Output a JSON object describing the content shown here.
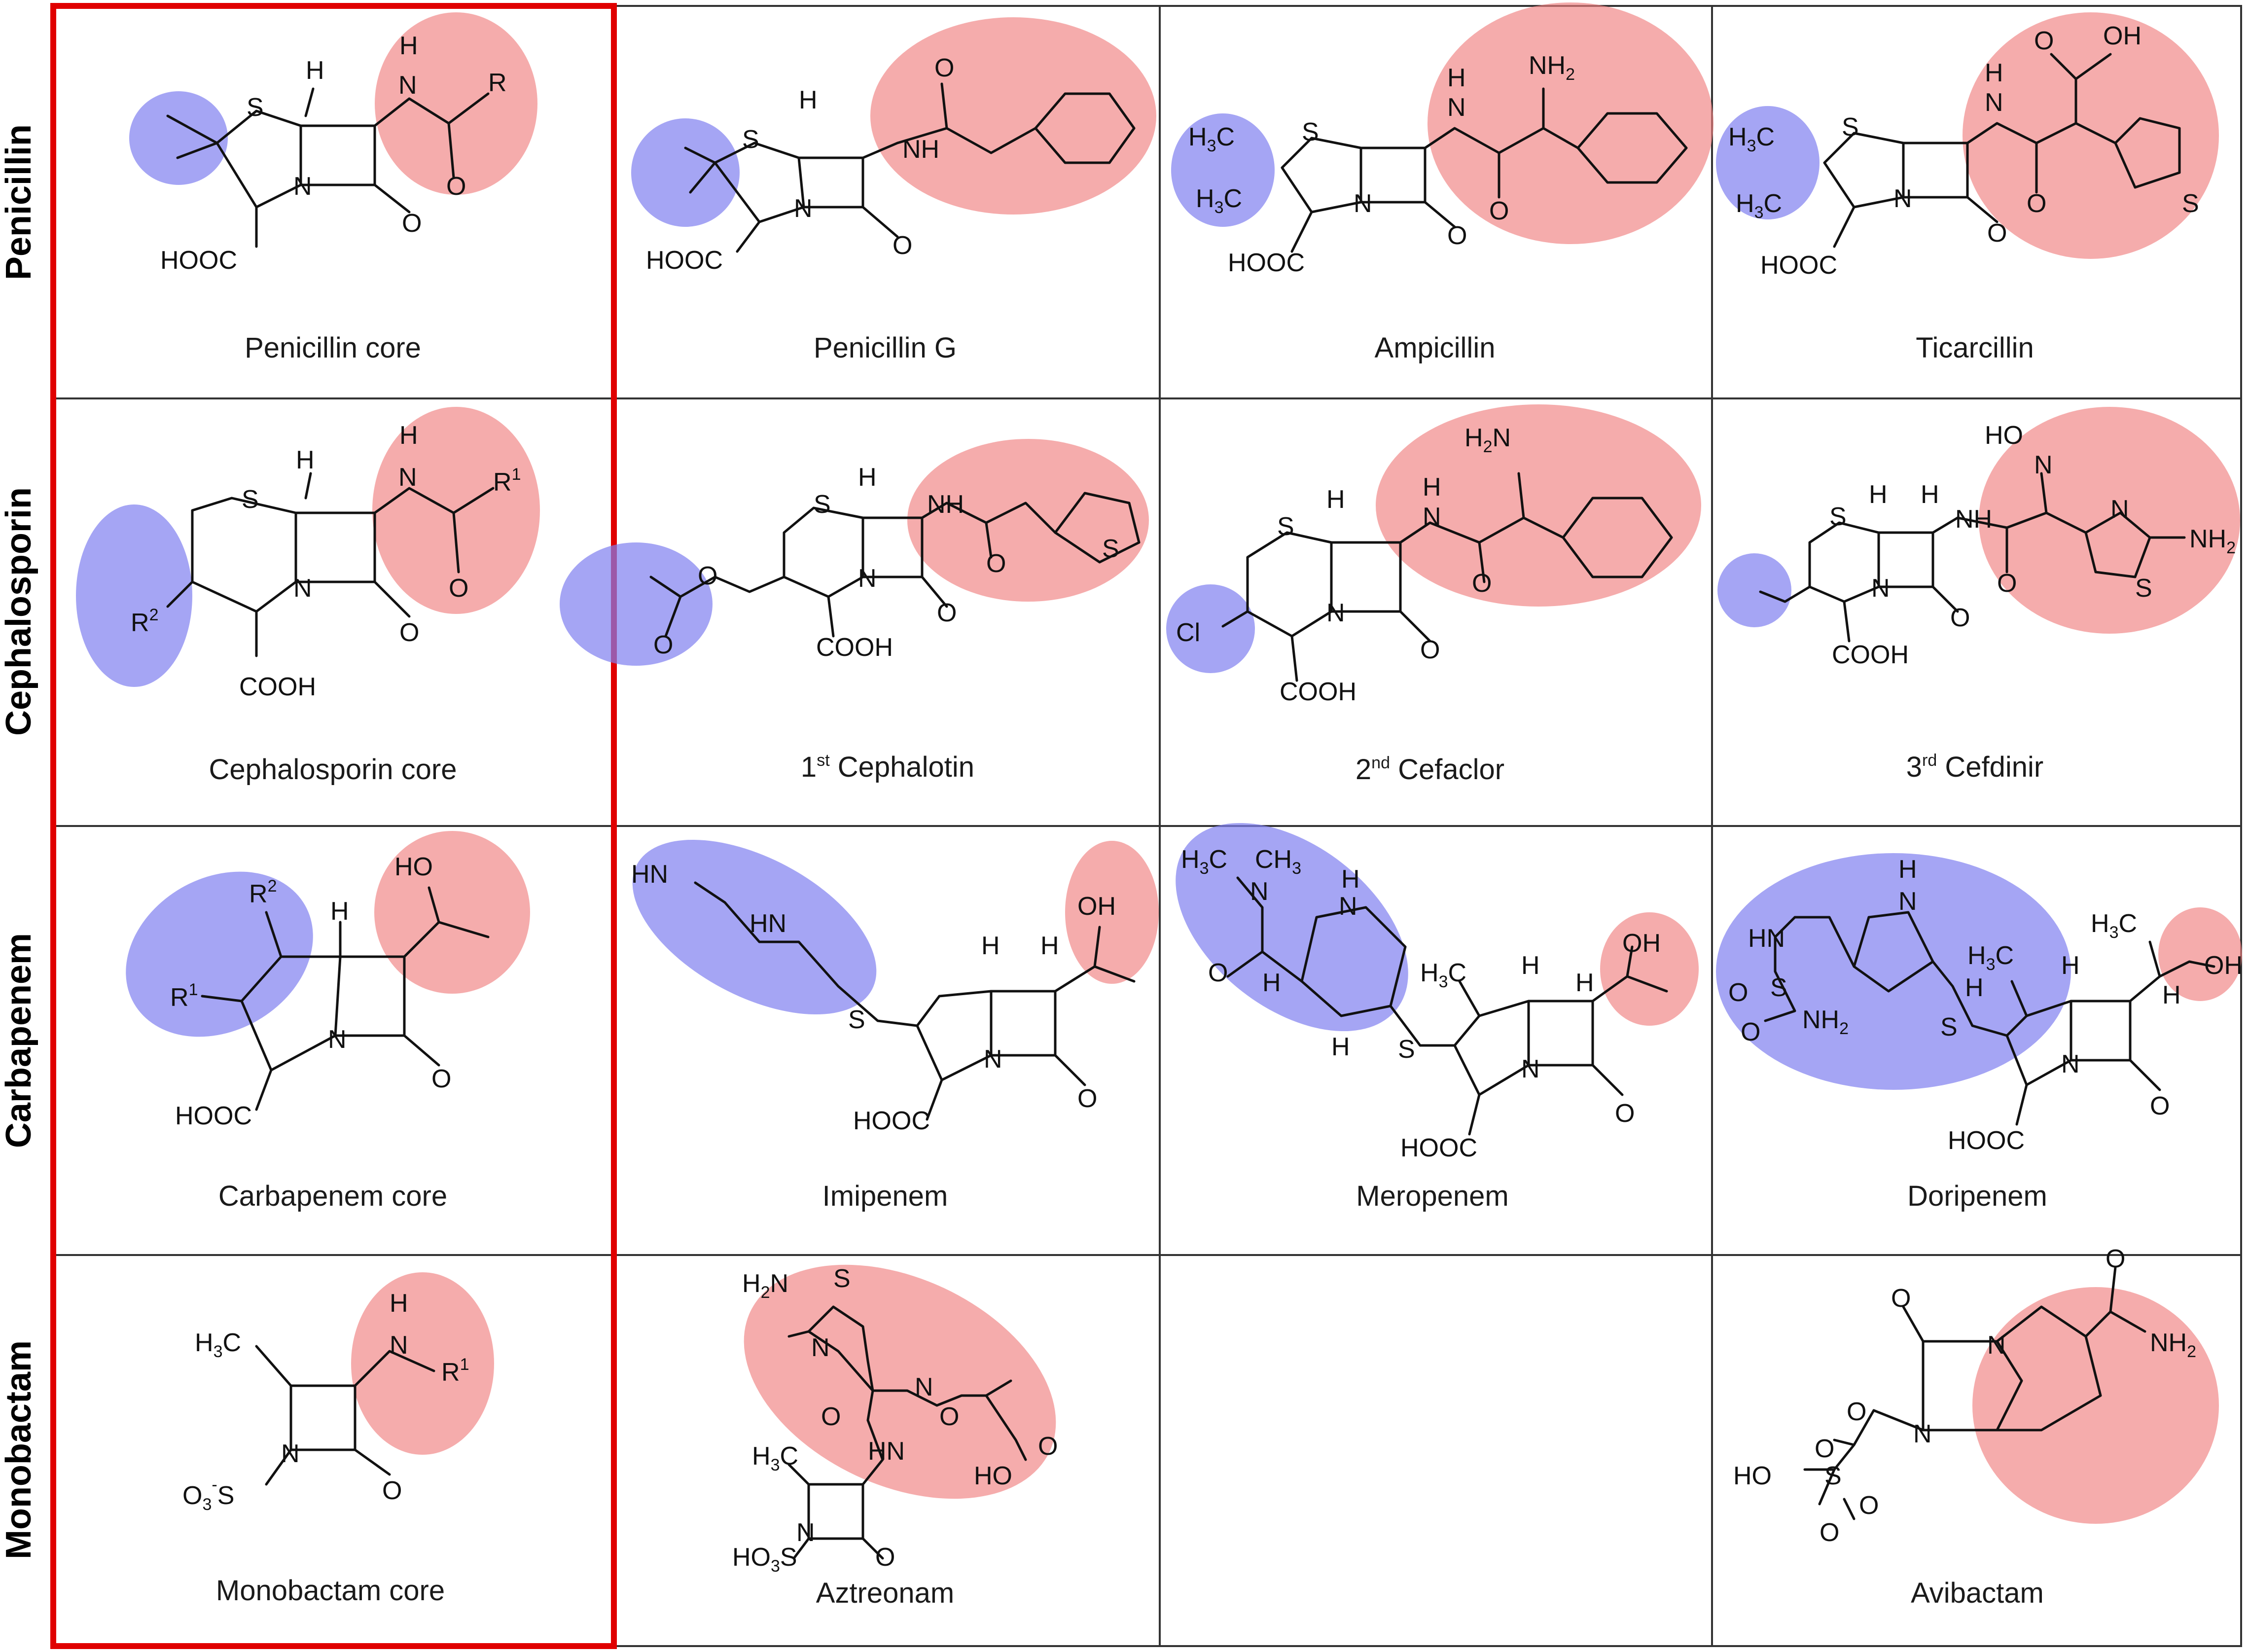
{
  "rows": [
    {
      "label": "Penicillin"
    },
    {
      "label": "Cephalosporin"
    },
    {
      "label": "Carbapenem"
    },
    {
      "label": "Monobactam"
    }
  ],
  "captions": {
    "penicillin_core": "Penicillin core",
    "penicillin_g": "Penicillin G",
    "ampicillin": "Ampicillin",
    "ticarcillin": "Ticarcillin",
    "cephalosporin_core": "Cephalosporin core",
    "cephalotin_prefix": "1",
    "cephalotin_sup": "st",
    "cephalotin_name": " Cephalotin",
    "cefaclor_prefix": "2",
    "cefaclor_sup": "nd",
    "cefaclor_name": " Cefaclor",
    "cefdinir_prefix": "3",
    "cefdinir_sup": "rd",
    "cefdinir_name": " Cefdinir",
    "carbapenem_core": "Carbapenem core",
    "imipenem": "Imipenem",
    "meropenem": "Meropenem",
    "doripenem": "Doripenem",
    "monobactam_core": "Monobactam core",
    "aztreonam": "Aztreonam",
    "avibactam": "Avibactam"
  },
  "atoms": {
    "S": "S",
    "N": "N",
    "O": "O",
    "H": "H",
    "NH": "NH",
    "OH": "OH",
    "HO": "HO",
    "R": "R",
    "R1_base": "R",
    "R1_sup": "1",
    "R2_base": "R",
    "R2_sup": "2",
    "HOOC": "HOOC",
    "COOH": "COOH",
    "NH2": "NH",
    "NH2_sub": "2",
    "H2N": "H",
    "H2N_sub": "2",
    "H2N_end": "N",
    "H3C": "H",
    "H3C_sub": "3",
    "H3C_end": "C",
    "CH3": "CH",
    "CH3_sub": "3",
    "Cl": "Cl",
    "HN": "HN",
    "O3S": "O",
    "O3S_sub": "3",
    "O3S_end": "S",
    "O3S_minus": "-",
    "HO3S": "HO",
    "HO3S_sub": "3",
    "HO3S_end": "S"
  },
  "colors": {
    "variable_red": "#f08080",
    "variable_blue": "#7f7ff0",
    "core_frame": "#e00000",
    "grid_line": "#333333"
  }
}
